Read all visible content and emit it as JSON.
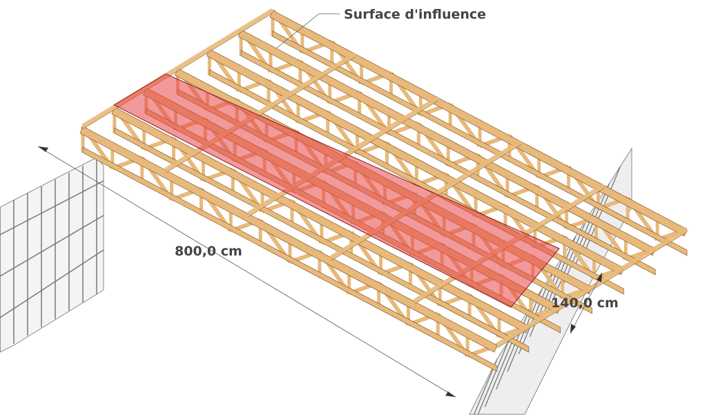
{
  "labels": {
    "surface": "Surface d'influence",
    "length": "800,0 cm",
    "width": "140,0 cm"
  },
  "colors": {
    "wood": "#e8b97a",
    "wood_edge": "#6b4a22",
    "highlight": "#e8454a",
    "wall": "#d8d8d8",
    "text": "#444444"
  }
}
